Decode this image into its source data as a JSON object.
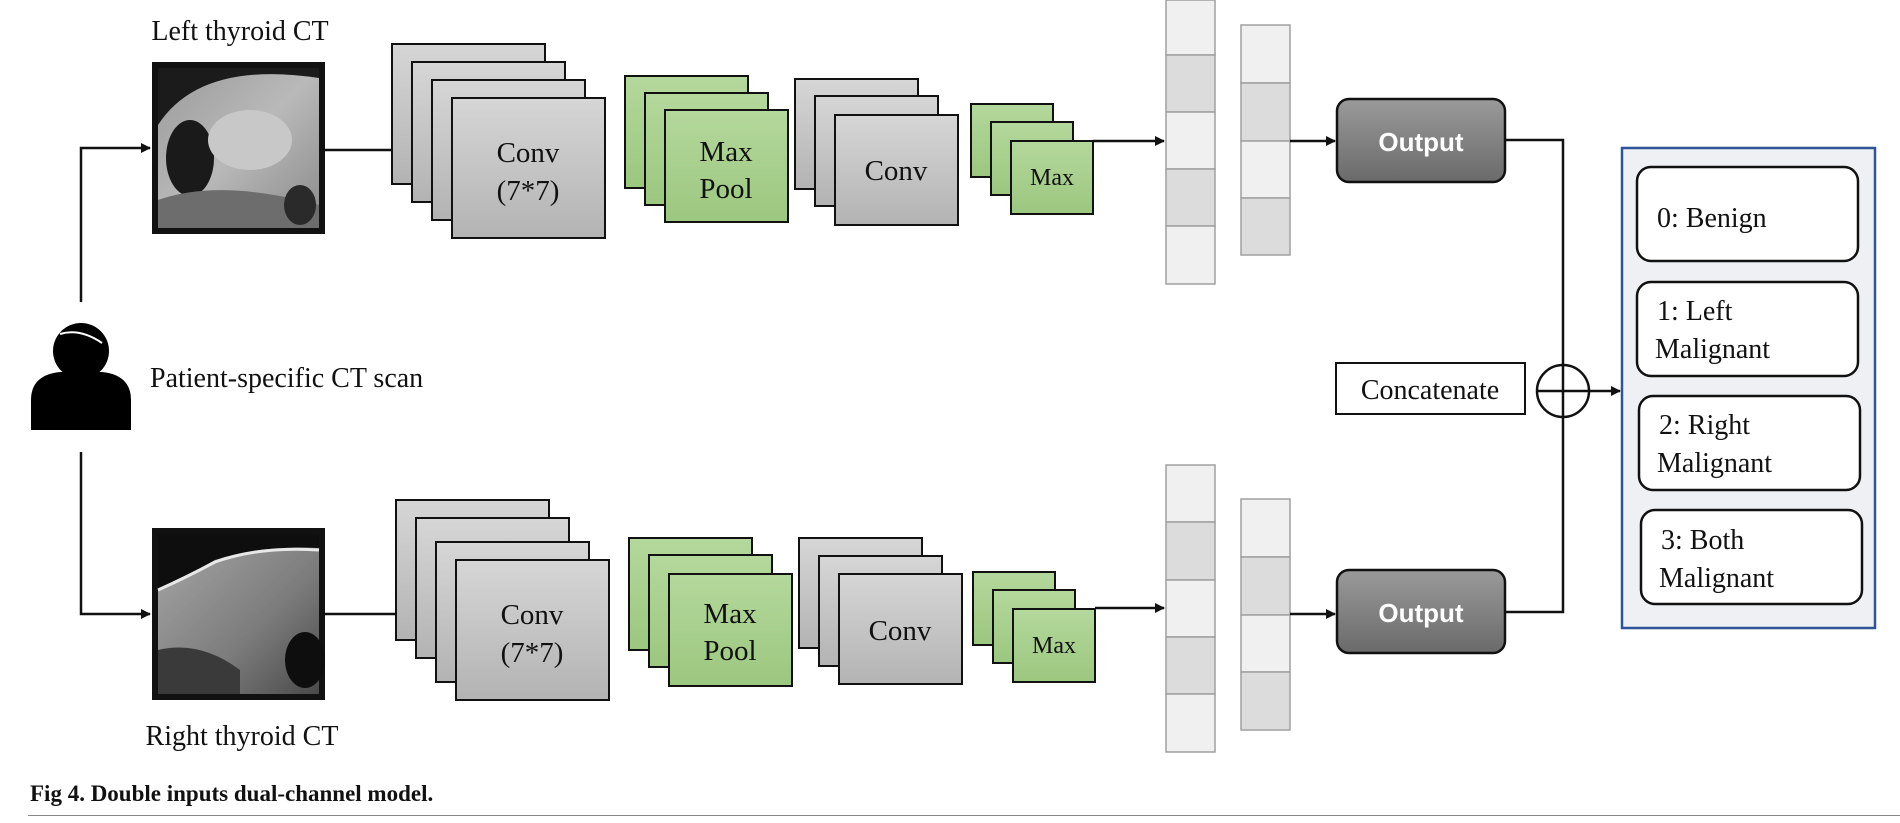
{
  "diagram": {
    "top_input_label": "Left thyroid CT",
    "bottom_input_label": "Right thyroid CT",
    "patient_label": "Patient-specific  CT scan",
    "conv_large_line1": "Conv",
    "conv_large_line2": "(7*7)",
    "maxpool_line1": "Max",
    "maxpool_line2": "Pool",
    "conv_small": "Conv",
    "max_small": "Max",
    "output_label": "Output",
    "concatenate_label": "Concatenate",
    "classes": [
      {
        "line1": "0: Benign",
        "line2": ""
      },
      {
        "line1": "1: Left",
        "line2": "Malignant"
      },
      {
        "line1": "2: Right",
        "line2": "Malignant"
      },
      {
        "line1": "3: Both",
        "line2": "Malignant"
      }
    ],
    "colors": {
      "conv_fill": "#c4c4c4",
      "pool_fill": "#a9d18e",
      "output_fill": "#808080",
      "vector_light": "#f0f0f0",
      "vector_dark": "#dcdcdc",
      "class_panel_border": "#2f5597",
      "class_panel_fill": "#eef0f3"
    },
    "icons": [
      "person-icon",
      "concatenate-circle-plus-icon"
    ]
  },
  "caption": "Fig 4.  Double inputs dual-channel model."
}
